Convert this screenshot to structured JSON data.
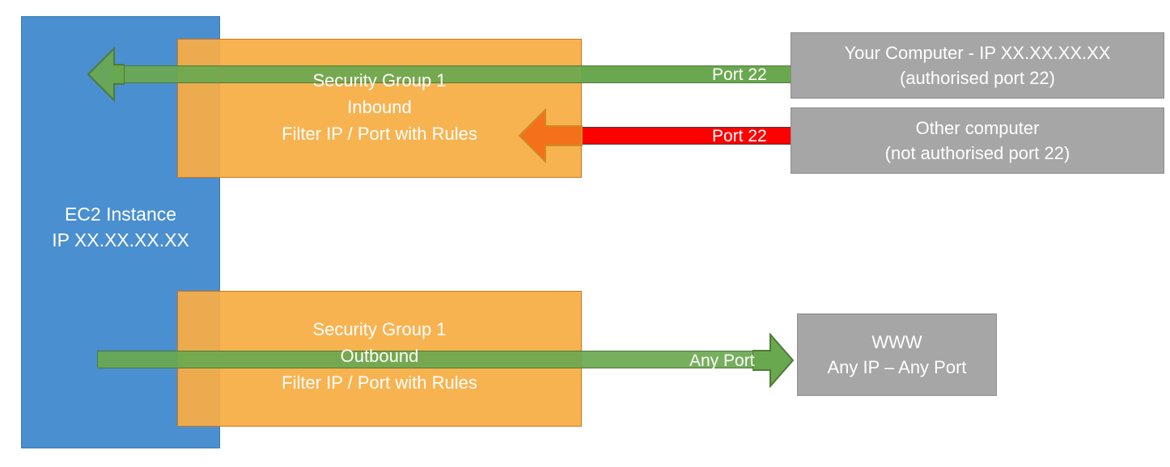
{
  "diagram": {
    "title": "AWS EC2 Security Group inbound and outbound traffic filtering",
    "colors": {
      "instance_blue": "#4a8fcf",
      "security_group_orange": "#f7ad44",
      "allowed_green": "#6aa84f",
      "denied_red": "#ff0000",
      "external_grey": "#a6a6a6",
      "arrow_orange": "#f4701b",
      "text_white": "#ffffff"
    }
  },
  "instance": {
    "name": "ec2-instance",
    "line1": "EC2 Instance",
    "line2": "IP XX.XX.XX.XX"
  },
  "security_groups": [
    {
      "id": "inbound",
      "line1": "Security Group 1",
      "line2": "Inbound",
      "line3": "Filter IP / Port with Rules"
    },
    {
      "id": "outbound",
      "line1": "Security Group 1",
      "line2": "Outbound",
      "line3": "Filter IP / Port with Rules"
    }
  ],
  "external_nodes": [
    {
      "id": "your-computer",
      "line1": "Your Computer - IP XX.XX.XX.XX",
      "line2": "(authorised port 22)"
    },
    {
      "id": "other-computer",
      "line1": "Other computer",
      "line2": "(not authorised port 22)"
    },
    {
      "id": "www",
      "line1": "WWW",
      "line2": "Any IP – Any Port"
    }
  ],
  "flows": [
    {
      "id": "inbound-allowed",
      "label": "Port 22",
      "status": "allowed",
      "color": "#6aa84f",
      "direction": "right-to-left"
    },
    {
      "id": "inbound-denied",
      "label": "Port 22",
      "status": "denied",
      "color": "#ff0000",
      "direction": "right-to-left"
    },
    {
      "id": "outbound-any",
      "label": "Any Port",
      "status": "allowed",
      "color": "#6aa84f",
      "direction": "left-to-right"
    }
  ]
}
